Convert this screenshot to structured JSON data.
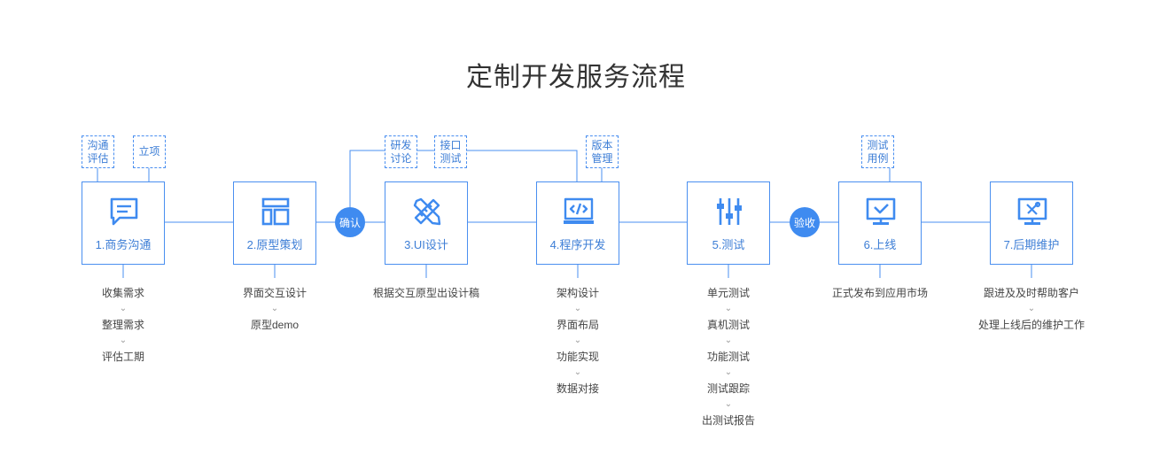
{
  "title": "定制开发服务流程",
  "colors": {
    "accent": "#3f8bf0",
    "line": "#4a8ff0",
    "label": "#3d7ed6"
  },
  "connector_labels": [
    "确认",
    "验收"
  ],
  "tags": [
    [
      "沟通",
      "评估"
    ],
    [
      "立项"
    ],
    [
      "研发",
      "讨论"
    ],
    [
      "接口",
      "测试"
    ],
    [
      "版本",
      "管理"
    ],
    [
      "测试",
      "用例"
    ]
  ],
  "stages": [
    {
      "label": "1.商务沟通",
      "icon": "chat-icon",
      "steps": [
        "收集需求",
        "整理需求",
        "评估工期"
      ]
    },
    {
      "label": "2.原型策划",
      "icon": "layout-icon",
      "steps": [
        "界面交互设计",
        "原型demo"
      ]
    },
    {
      "label": "3.UI设计",
      "icon": "pencil-ruler-icon",
      "steps": [
        "根据交互原型出设计稿"
      ]
    },
    {
      "label": "4.程序开发",
      "icon": "code-monitor-icon",
      "steps": [
        "架构设计",
        "界面布局",
        "功能实现",
        "数据对接"
      ]
    },
    {
      "label": "5.测试",
      "icon": "sliders-icon",
      "steps": [
        "单元测试",
        "真机测试",
        "功能测试",
        "测试跟踪",
        "出测试报告"
      ]
    },
    {
      "label": "6.上线",
      "icon": "check-monitor-icon",
      "steps": [
        "正式发布到应用市场"
      ]
    },
    {
      "label": "7.后期维护",
      "icon": "tools-monitor-icon",
      "steps": [
        "跟进及及时帮助客户",
        "处理上线后的维护工作"
      ]
    }
  ],
  "arrow_glyph": "⌄"
}
